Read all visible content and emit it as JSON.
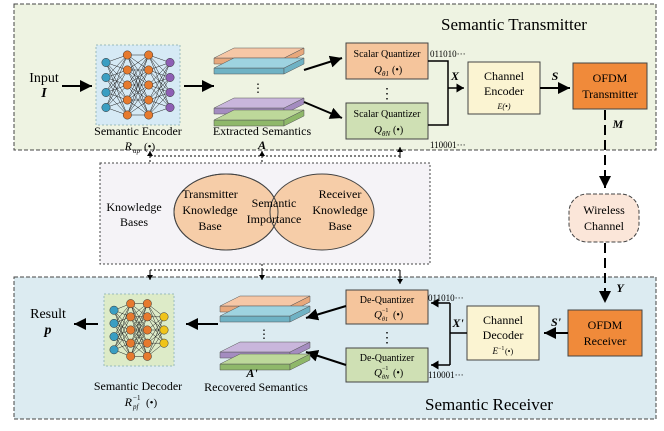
{
  "transmitter": {
    "title": "Semantic Transmitter",
    "input_label": "Input",
    "input_symbol": "I",
    "encoder_label": "Semantic Encoder",
    "encoder_symbol": "R",
    "encoder_sub": "αp",
    "encoder_arg": "(•)",
    "extracted_label": "Extracted Semantics",
    "extracted_symbol": "A",
    "quantizer_top_label": "Scalar Quantizer",
    "quantizer_top_sym": "Q",
    "quantizer_top_sub": "θ1",
    "quantizer_top_arg": "(•)",
    "quantizer_bottom_label": "Scalar Quantizer",
    "quantizer_bottom_sym": "Q",
    "quantizer_bottom_sub": "θN",
    "quantizer_bottom_arg": "(•)",
    "bits_top": "011010···",
    "bits_bottom": "110001···",
    "x_symbol": "X",
    "channel_encoder_line1": "Channel",
    "channel_encoder_line2": "Encoder",
    "channel_encoder_sym": "E(•)",
    "s_symbol": "S",
    "ofdm_tx_line1": "OFDM",
    "ofdm_tx_line2": "Transmitter",
    "m_symbol": "M"
  },
  "knowledge": {
    "bases_line1": "Knowledge",
    "bases_line2": "Bases",
    "tx_kb_line1": "Transmitter",
    "tx_kb_line2": "Knowledge",
    "tx_kb_line3": "Base",
    "importance_line1": "Semantic",
    "importance_line2": "Importance",
    "rx_kb_line1": "Receiver",
    "rx_kb_line2": "Knowledge",
    "rx_kb_line3": "Base"
  },
  "channel": {
    "wireless_line1": "Wireless",
    "wireless_line2": "Channel",
    "y_symbol": "Y"
  },
  "receiver": {
    "title": "Semantic Receiver",
    "result_label": "Result",
    "result_symbol": "p",
    "decoder_label": "Semantic Decoder",
    "decoder_symbol": "R",
    "decoder_sup": "−1",
    "decoder_sub": "pf",
    "decoder_arg": "(•)",
    "recovered_label": "Recovered Semantics",
    "recovered_symbol": "A'",
    "dequant_top_label": "De-Quantizer",
    "dequant_top_sym": "Q",
    "dequant_top_sup": "−1",
    "dequant_top_sub": "θ1",
    "dequant_top_arg": "(•)",
    "dequant_bottom_label": "De-Quantizer",
    "dequant_bottom_sym": "Q",
    "dequant_bottom_sup": "−1",
    "dequant_bottom_sub": "θN",
    "dequant_bottom_arg": "(•)",
    "bits_top": "011010···",
    "bits_bottom": "110001···",
    "x_symbol": "X'",
    "channel_decoder_line1": "Channel",
    "channel_decoder_line2": "Decoder",
    "channel_decoder_sym": "E",
    "channel_decoder_sup": "−1",
    "channel_decoder_arg": "(•)",
    "s_symbol": "S'",
    "ofdm_rx_line1": "OFDM",
    "ofdm_rx_line2": "Receiver"
  },
  "colors": {
    "tx_panel": "#EEF3E2",
    "rx_panel": "#DCEBF1",
    "quant_fill": "#F5C59C",
    "quant_green": "#CFE0B4",
    "channel_box": "#FBF4D2",
    "ofdm_fill": "#F08A3A",
    "ellipse_fill": "#F6CDA8",
    "wireless_fill": "#FBE6D9",
    "nn_bg": "#D6EAF5",
    "nn_bg_rx": "#DDEBC8"
  }
}
